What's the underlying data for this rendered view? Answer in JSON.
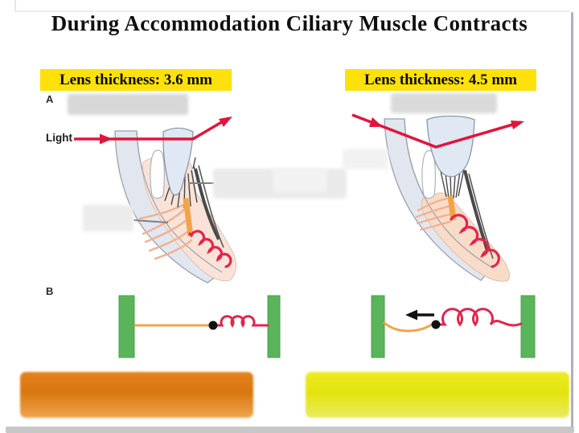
{
  "title": "During Accommodation Ciliary Muscle Contracts",
  "left_panel": {
    "lens_label": "Lens thickness: 3.6 mm",
    "section_marker": "A",
    "light_label": "Light"
  },
  "right_panel": {
    "lens_label": "Lens thickness: 4.5 mm"
  },
  "section_b_marker": "B",
  "colors": {
    "highlight_yellow": "#FEE10A",
    "light_ray_red": "#E3143C",
    "spring_red": "#E3244C",
    "ciliary_bar_orange": "#F2A449",
    "muscle_block_green": "#5AB55A",
    "sclera_band_gray_blue": "#E2E6EF",
    "ciliary_body_pink": "#F9E3D8",
    "bottom_bar_orange": "#D8770F",
    "bottom_bar_yellow": "#E4E40C"
  }
}
